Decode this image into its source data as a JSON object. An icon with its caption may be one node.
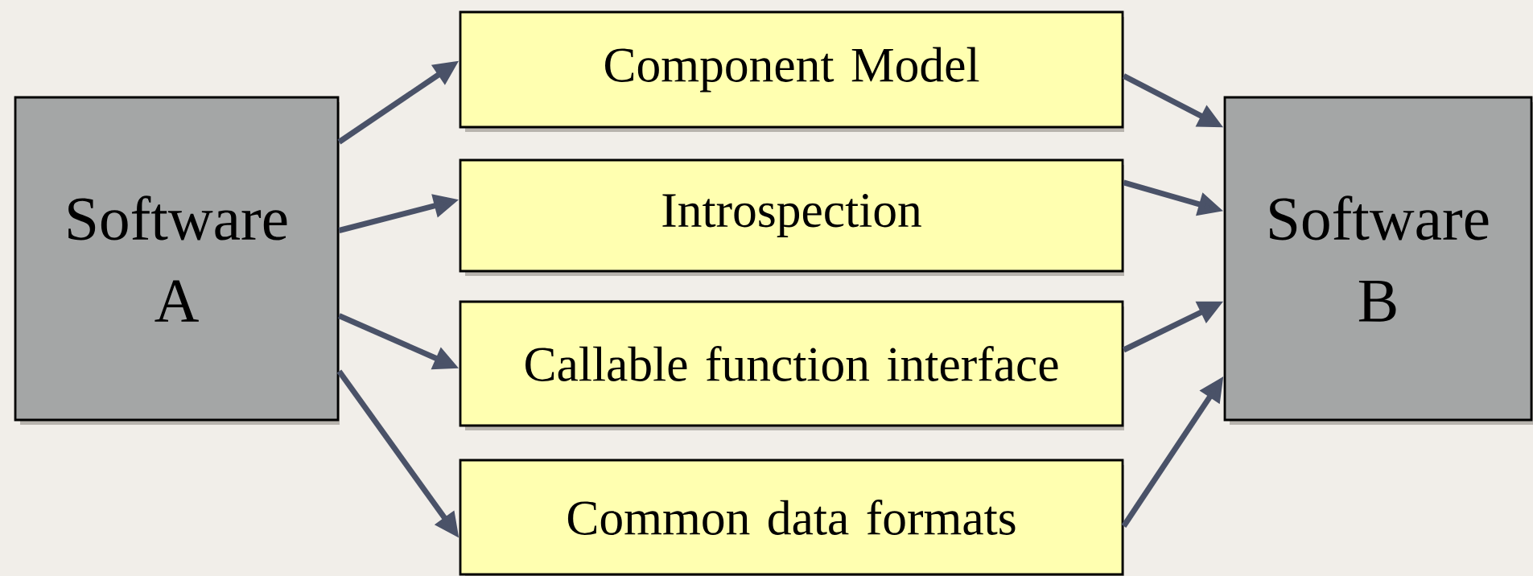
{
  "diagram": {
    "nodes": [
      {
        "text": [
          "Software A"
        ]
      },
      {
        "text": [
          "Component Model"
        ]
      },
      {
        "text": [
          "Introspection"
        ]
      },
      {
        "text": [
          "Callable function interface"
        ]
      },
      {
        "text": [
          "Common data formats"
        ]
      },
      {
        "text": [
          "Software B"
        ]
      }
    ],
    "edges": [
      {
        "from": 0,
        "to": 1,
        "arrow": "to"
      },
      {
        "from": 0,
        "to": 2,
        "arrow": "to"
      },
      {
        "from": 0,
        "to": 3,
        "arrow": "to"
      },
      {
        "from": 0,
        "to": 4,
        "arrow": "to"
      },
      {
        "from": 1,
        "to": 5,
        "arrow": "to"
      },
      {
        "from": 2,
        "to": 5,
        "arrow": "to"
      },
      {
        "from": 3,
        "to": 5,
        "arrow": "to"
      },
      {
        "from": 4,
        "to": 5,
        "arrow": "to"
      }
    ]
  }
}
